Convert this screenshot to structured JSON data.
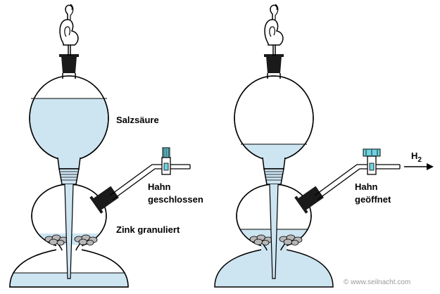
{
  "colors": {
    "liquid": "#cde4f1",
    "liquid_dark": "#a9cde3",
    "glass_outline": "#000000",
    "stopper": "#1a1a1a",
    "valve_cyan": "#6fd3df",
    "zinc": "#b7b7b7",
    "watermark": "#9a9a9a"
  },
  "icons": {
    "tap_closed": "valve-closed-icon",
    "tap_open": "valve-open-icon",
    "gas_arrow": "arrow-right-icon"
  },
  "left": {
    "acid_label": "Salzsäure",
    "tap_label_line1": "Hahn",
    "tap_label_line2": "geschlossen",
    "zinc_label": "Zink granuliert",
    "tap_state": "closed"
  },
  "right": {
    "tap_label_line1": "Hahn",
    "tap_label_line2": "geöffnet",
    "gas_main": "H",
    "gas_sub": "2",
    "tap_state": "open"
  },
  "watermark": "© www.seilnacht.com"
}
